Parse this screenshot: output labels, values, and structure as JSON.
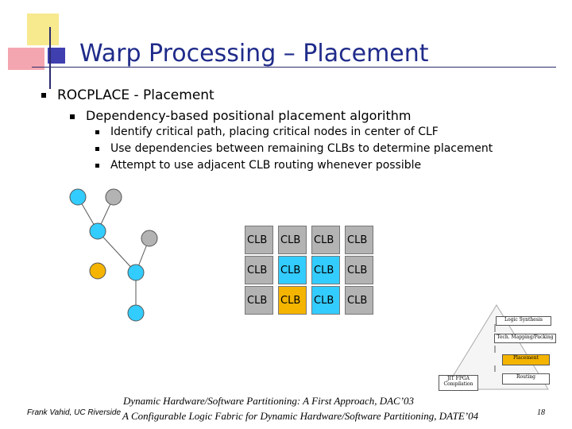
{
  "slide": {
    "title": "Warp Processing – Placement",
    "bullet1": "ROCPLACE - Placement",
    "bullet2": "Dependency-based positional placement algorithm",
    "sub_bullets": [
      "Identify critical path, placing critical nodes in center of CLF",
      "Use dependencies between remaining CLBs to determine placement",
      "Attempt to use adjacent CLB routing whenever possible"
    ]
  },
  "graph": {
    "colors": {
      "blue": "#33ccff",
      "gray": "#b3b3b3",
      "orange": "#f4b400"
    }
  },
  "clb_grid": {
    "label": "CLB",
    "rows": [
      [
        "gray",
        "gray",
        "gray",
        "gray"
      ],
      [
        "gray",
        "blue",
        "blue",
        "gray"
      ],
      [
        "gray",
        "orange",
        "blue",
        "gray"
      ]
    ]
  },
  "flow": {
    "logic_synthesis": "Logic Synthesis",
    "tech_mapping": "Tech. Mapping/Packing",
    "placement": "Placement",
    "jit_fpga": "JIT FPGA Compilation",
    "routing": "Routing"
  },
  "citations": {
    "line1": "Dynamic Hardware/Software Partitioning: A First Approach, DAC’03",
    "line2": "A Configurable Logic Fabric for Dynamic Hardware/Software Partitioning, DATE’04"
  },
  "footer": {
    "author": "Frank Vahid, UC Riverside",
    "page": "18"
  }
}
